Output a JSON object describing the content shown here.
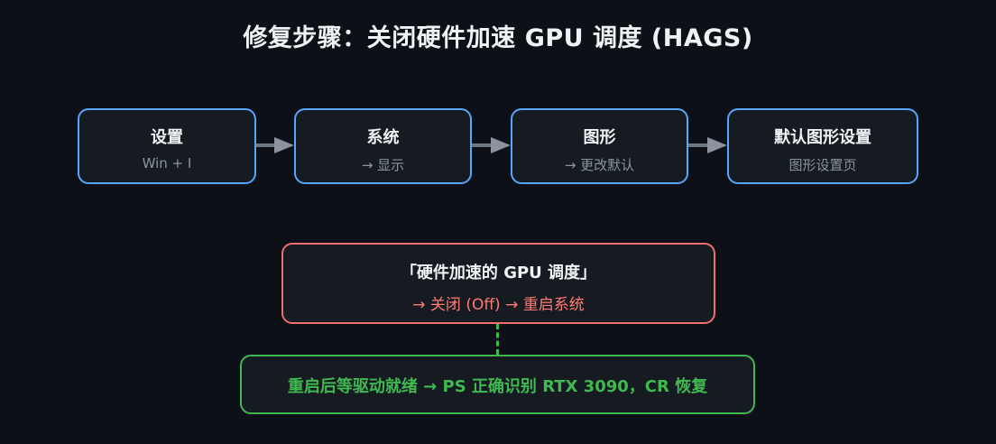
{
  "title": "修复步骤：关闭硬件加速 GPU 调度 (HAGS)",
  "steps": [
    {
      "title": "设置",
      "subtitle": "Win + I"
    },
    {
      "title": "系统",
      "subtitle": "→ 显示"
    },
    {
      "title": "图形",
      "subtitle": "→ 更改默认"
    },
    {
      "title": "默认图形设置",
      "subtitle": "图形设置页"
    }
  ],
  "action": {
    "title": "「硬件加速的 GPU 调度」",
    "subtitle": "→ 关闭 (Off) → 重启系统"
  },
  "result": {
    "text": "重启后等驱动就绪 → PS 正确识别 RTX 3090，CR 恢复"
  },
  "colors": {
    "background": "#0d1117",
    "step_border": "#58a6ff",
    "action_border": "#f26d6d",
    "action_text": "#ff7b72",
    "result_border": "#3fb950",
    "arrow": "#8b949e"
  }
}
